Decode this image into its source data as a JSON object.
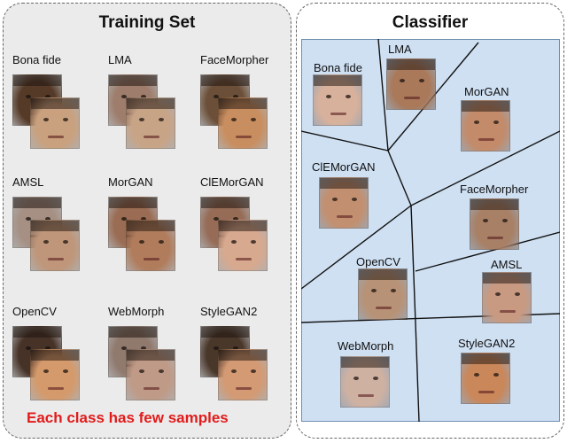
{
  "training_set": {
    "title": "Training Set",
    "classes": [
      {
        "label": "Bona fide",
        "front_skin": "#c9a17e",
        "back_skin": "#6e4a33"
      },
      {
        "label": "LMA",
        "front_skin": "#c8a487",
        "back_skin": "#caa08a"
      },
      {
        "label": "FaceMorpher",
        "front_skin": "#c98e5f",
        "back_skin": "#8a6548"
      },
      {
        "label": "AMSL",
        "front_skin": "#bf9679",
        "back_skin": "#d4b8a8"
      },
      {
        "label": "MorGAN",
        "front_skin": "#b07c5c",
        "back_skin": "#c58a6a"
      },
      {
        "label": "ClEMorGAN",
        "front_skin": "#d7a98f",
        "back_skin": "#c08a70"
      },
      {
        "label": "OpenCV",
        "front_skin": "#d49a6c",
        "back_skin": "#5a4032"
      },
      {
        "label": "WebMorph",
        "front_skin": "#bf9a86",
        "back_skin": "#b89b8c"
      },
      {
        "label": "StyleGAN2",
        "front_skin": "#d39a74",
        "back_skin": "#5e4636"
      }
    ],
    "caption": "Each class has few samples"
  },
  "classifier": {
    "title": "Classifier",
    "regions": [
      {
        "label": "Bona fide",
        "skin": "#d8b19c"
      },
      {
        "label": "LMA",
        "skin": "#a9795a"
      },
      {
        "label": "MorGAN",
        "skin": "#c38b69"
      },
      {
        "label": "ClEMorGAN",
        "skin": "#c29070"
      },
      {
        "label": "FaceMorpher",
        "skin": "#a88066"
      },
      {
        "label": "OpenCV",
        "skin": "#b89276"
      },
      {
        "label": "AMSL",
        "skin": "#c89a82"
      },
      {
        "label": "WebMorph",
        "skin": "#cfb1a2"
      },
      {
        "label": "StyleGAN2",
        "skin": "#c9875a"
      }
    ]
  },
  "colors": {
    "caption": "#e21b1b",
    "classifier_fill": "#cfe0f3",
    "partition_line": "#111111"
  }
}
